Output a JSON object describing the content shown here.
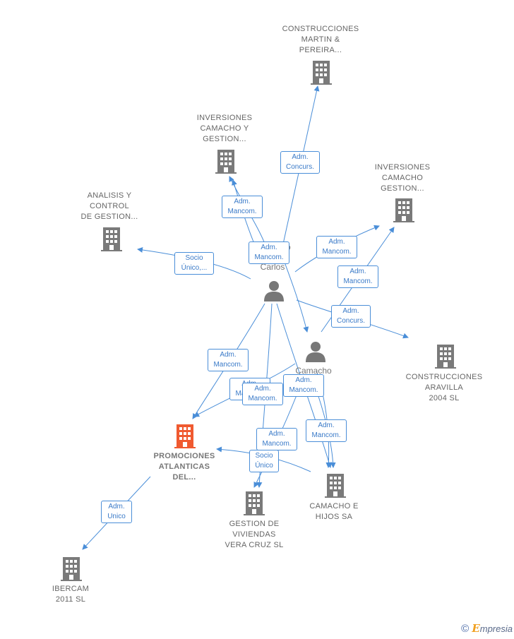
{
  "colors": {
    "edge": "#4a8ed8",
    "node": "#7a7a7a",
    "highlight": "#f05a30"
  },
  "nodes": {
    "martin": {
      "lines": [
        "CONSTRUCCIONES",
        "MARTIN &",
        "PEREIRA..."
      ],
      "icon": "building-icon"
    },
    "inv1": {
      "lines": [
        "INVERSIONES",
        "CAMACHO Y",
        "GESTION..."
      ],
      "icon": "building-icon"
    },
    "inv2": {
      "lines": [
        "INVERSIONES",
        "CAMACHO",
        "GESTION..."
      ],
      "icon": "building-icon"
    },
    "analisis": {
      "lines": [
        "ANALISIS Y",
        "CONTROL",
        "DE GESTION..."
      ],
      "icon": "building-icon"
    },
    "aravilla": {
      "lines": [
        "CONSTRUCCIONES",
        "ARAVILLA",
        "2004 SL"
      ],
      "icon": "building-icon"
    },
    "promociones": {
      "lines": [
        "PROMOCIONES",
        "ATLANTICAS",
        "DEL..."
      ],
      "icon": "building-icon"
    },
    "gestion": {
      "lines": [
        "GESTION DE",
        "VIVIENDAS",
        "VERA CRUZ SL"
      ],
      "icon": "building-icon"
    },
    "hijos": {
      "lines": [
        "CAMACHO E",
        "HIJOS SA"
      ],
      "icon": "building-icon"
    },
    "ibercam": {
      "lines": [
        "IBERCAM",
        "2011 SL"
      ],
      "icon": "building-icon"
    }
  },
  "persons": {
    "p1": {
      "lines": [
        "Camacho",
        "e",
        "Carlos"
      ],
      "icon": "person-icon"
    },
    "p2": {
      "lines": [
        "Camacho",
        "Ec",
        "ano..."
      ],
      "icon": "person-icon"
    }
  },
  "relations": [
    {
      "lines": [
        "Adm.",
        "Concurs."
      ]
    },
    {
      "lines": [
        "Adm.",
        "Mancom."
      ]
    },
    {
      "lines": [
        "Socio",
        "Único,..."
      ]
    },
    {
      "lines": [
        "Adm.",
        "Mancom."
      ]
    },
    {
      "lines": [
        "Adm.",
        "Mancom."
      ]
    },
    {
      "lines": [
        "Adm.",
        "Mancom."
      ]
    },
    {
      "lines": [
        "Adm.",
        "Concurs."
      ]
    },
    {
      "lines": [
        "Adm.",
        "Mancom."
      ]
    },
    {
      "lines": [
        "Adm.",
        "Mancom."
      ]
    },
    {
      "lines": [
        "Adm.",
        "Mancom."
      ]
    },
    {
      "lines": [
        "Adm.",
        "Mancom."
      ]
    },
    {
      "lines": [
        "Adm.",
        "Mancom."
      ]
    },
    {
      "lines": [
        "Adm.",
        "Mancom."
      ]
    },
    {
      "lines": [
        "Socio",
        "Único"
      ]
    },
    {
      "lines": [
        "Adm.",
        "Unico"
      ]
    }
  ],
  "footer": {
    "copyright": "©",
    "brand_initial": "E",
    "brand_rest": "mpresia"
  }
}
